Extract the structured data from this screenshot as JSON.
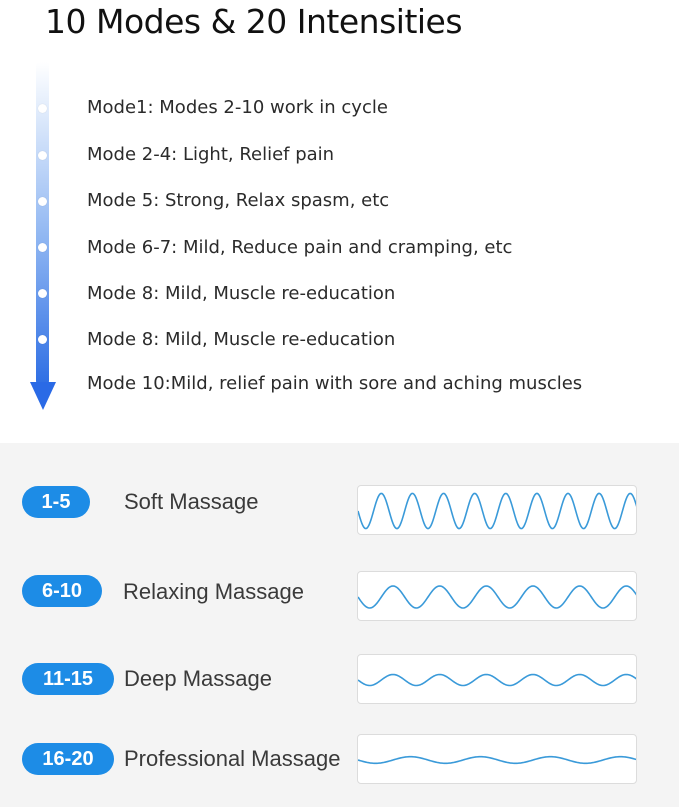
{
  "title": "10 Modes & 20 Intensities",
  "modes": [
    "Mode1: Modes 2-10 work in cycle",
    "Mode 2-4: Light, Relief pain",
    "Mode 5: Strong, Relax spasm, etc",
    "Mode 6-7: Mild, Reduce pain and cramping, etc",
    "Mode 8: Mild, Muscle re-education",
    "Mode 8: Mild, Muscle re-education",
    "Mode 10:Mild, relief pain with sore and aching muscles"
  ],
  "intensities": [
    {
      "range": "1-5",
      "label": "Soft Massage",
      "amplitude": 0.8,
      "cycles": 9
    },
    {
      "range": "6-10",
      "label": "Relaxing Massage",
      "amplitude": 0.5,
      "cycles": 6
    },
    {
      "range": "11-15",
      "label": "Deep Massage",
      "amplitude": 0.25,
      "cycles": 6
    },
    {
      "range": "16-20",
      "label": "Professional Massage",
      "amplitude": 0.15,
      "cycles": 4
    }
  ],
  "colors": {
    "pill": "#1d8ce6",
    "wave": "#3a9ad9",
    "arrow": "#2a6ae6"
  }
}
